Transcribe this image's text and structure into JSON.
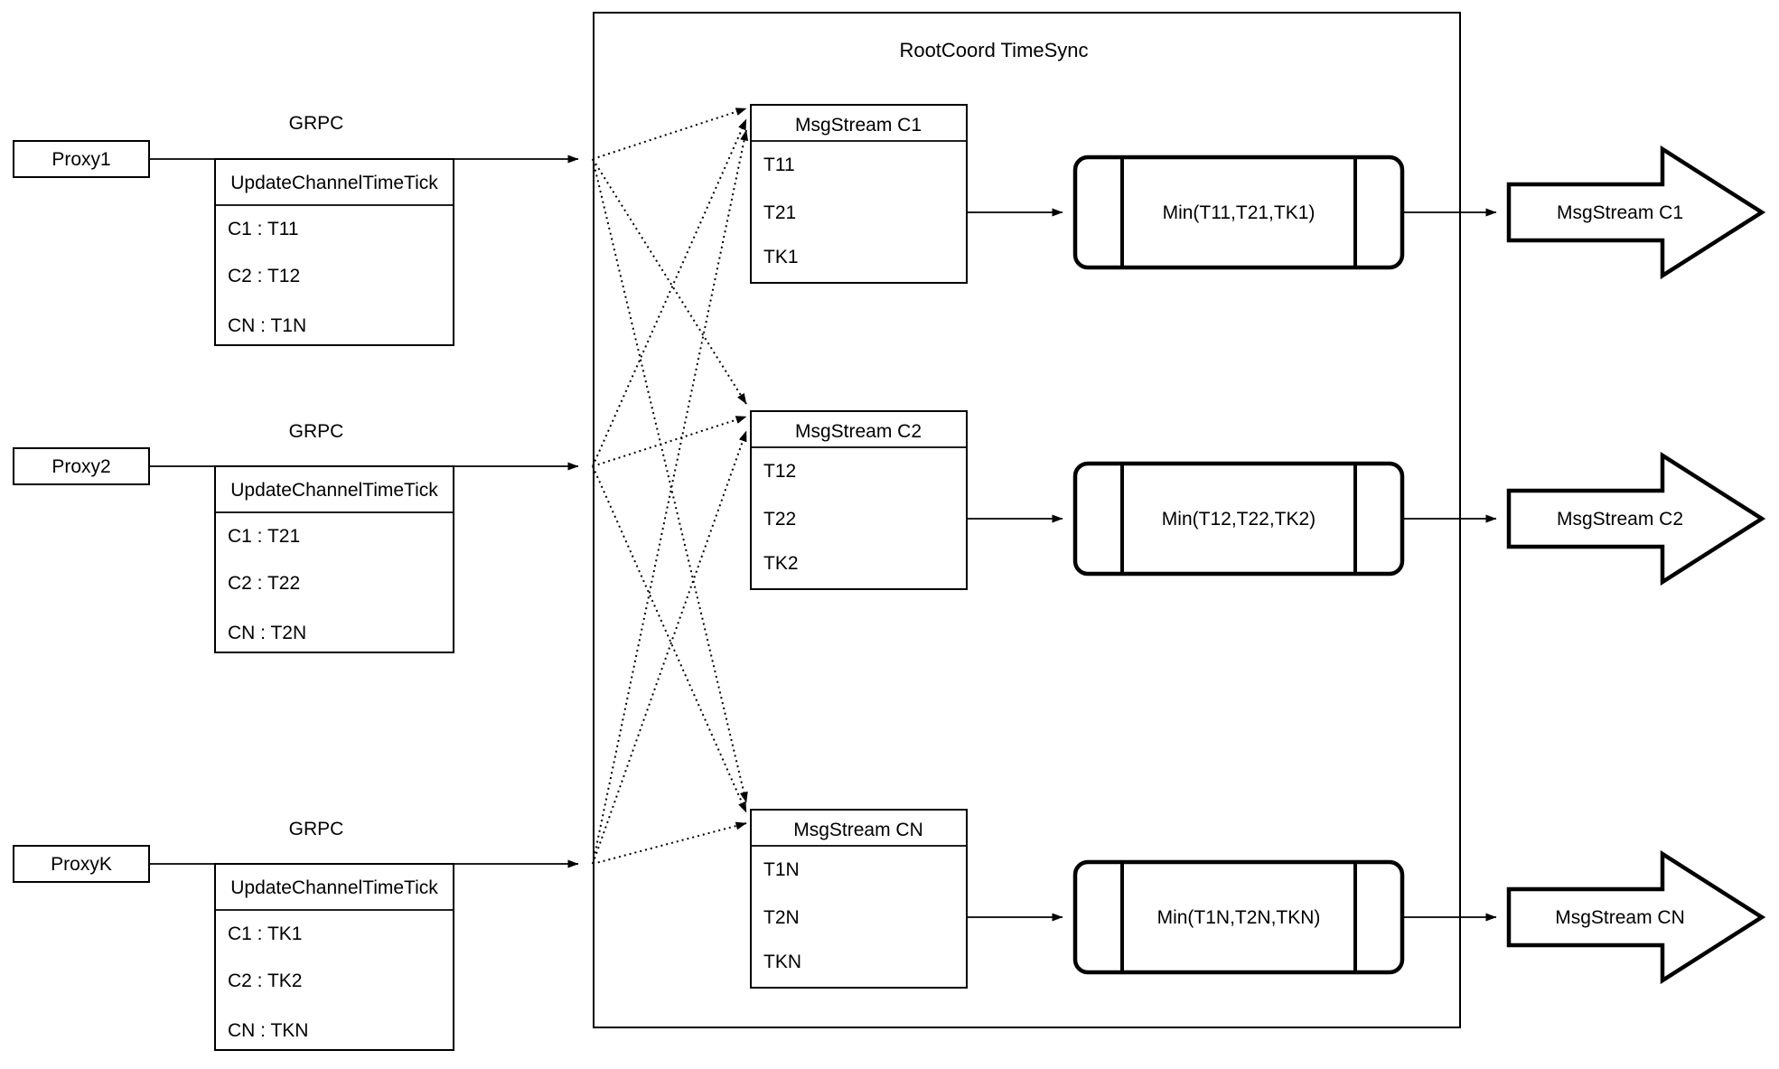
{
  "colors": {
    "background": "#ffffff",
    "stroke": "#000000"
  },
  "diagram": {
    "container_title": "RootCoord TimeSync",
    "proxies": [
      {
        "label": "Proxy1",
        "grpc_label": "GRPC",
        "message": {
          "title": "UpdateChannelTimeTick",
          "rows": [
            "C1 : T11",
            "C2 : T12",
            "CN : T1N"
          ]
        }
      },
      {
        "label": "Proxy2",
        "grpc_label": "GRPC",
        "message": {
          "title": "UpdateChannelTimeTick",
          "rows": [
            "C1 : T21",
            "C2 : T22",
            "CN : T2N"
          ]
        }
      },
      {
        "label": "ProxyK",
        "grpc_label": "GRPC",
        "message": {
          "title": "UpdateChannelTimeTick",
          "rows": [
            "C1 : TK1",
            "C2 : TK2",
            "CN : TKN"
          ]
        }
      }
    ],
    "streams": [
      {
        "title": "MsgStream C1",
        "rows": [
          "T11",
          "T21",
          "TK1"
        ],
        "min_label": "Min(T11,T21,TK1)",
        "output_label": "MsgStream C1"
      },
      {
        "title": "MsgStream C2",
        "rows": [
          "T12",
          "T22",
          "TK2"
        ],
        "min_label": "Min(T12,T22,TK2)",
        "output_label": "MsgStream C2"
      },
      {
        "title": "MsgStream CN",
        "rows": [
          "T1N",
          "T2N",
          "TKN"
        ],
        "min_label": "Min(T1N,T2N,TKN)",
        "output_label": "MsgStream CN"
      }
    ]
  }
}
